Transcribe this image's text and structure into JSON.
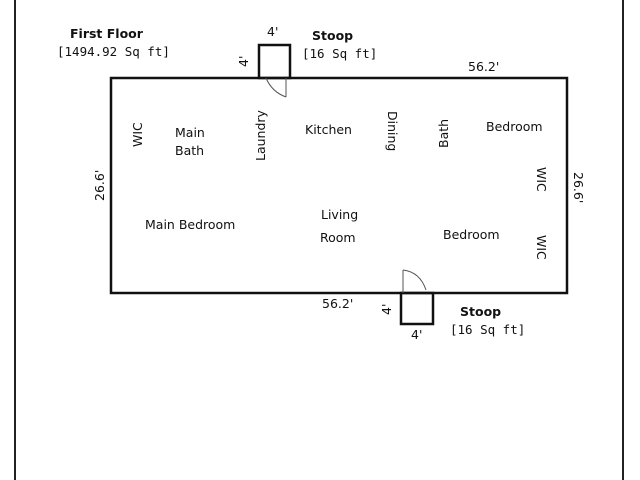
{
  "floor": {
    "title": "First Floor",
    "area": "[1494.92 Sq ft]"
  },
  "dimensions": {
    "top_width": "56.2'",
    "bottom_width": "56.2'",
    "left_depth": "26.6'",
    "right_depth": "26.6'"
  },
  "stoops": [
    {
      "title": "Stoop",
      "area": "[16 Sq ft]",
      "width": "4'",
      "depth": "4'"
    },
    {
      "title": "Stoop",
      "area": "[16 Sq ft]",
      "width": "4'",
      "depth": "4'"
    }
  ],
  "rooms": {
    "wic_left": "WIC",
    "main_bath_line1": "Main",
    "main_bath_line2": "Bath",
    "laundry": "Laundry",
    "kitchen": "Kitchen",
    "dining": "Dining",
    "bath": "Bath",
    "bedroom_top_right": "Bedroom",
    "wic_right_top": "WIC",
    "main_bedroom": "Main Bedroom",
    "living_line1": "Living",
    "living_line2": "Room",
    "bedroom_bottom_right": "Bedroom",
    "wic_right_bottom": "WIC"
  },
  "colors": {
    "line": "#111111",
    "background": "#ffffff"
  }
}
